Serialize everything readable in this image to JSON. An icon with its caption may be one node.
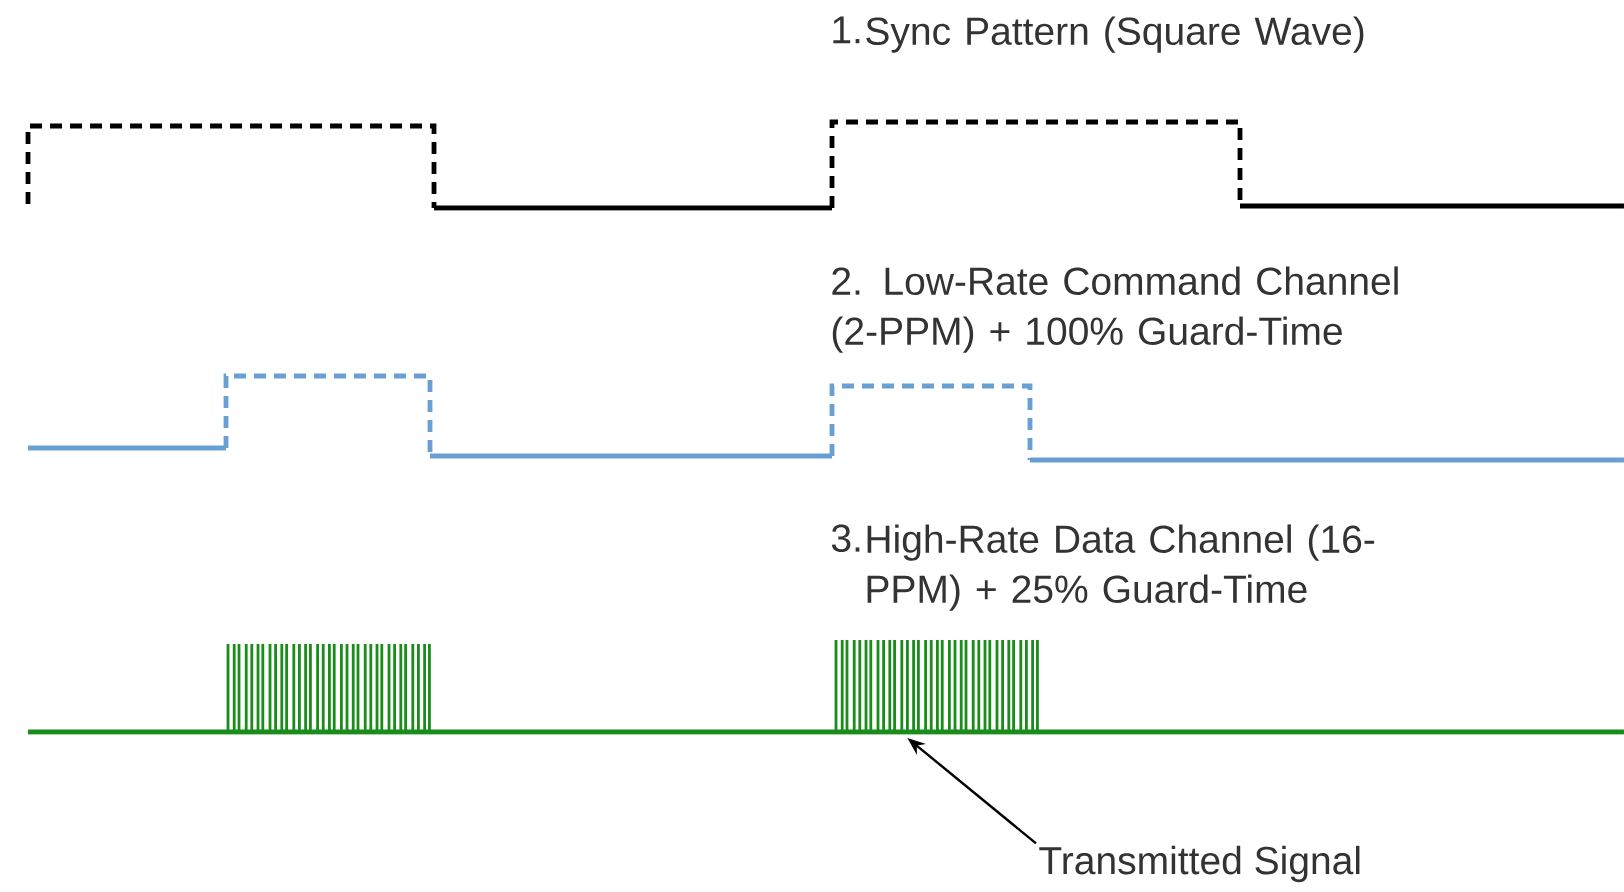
{
  "diagram": {
    "nodes": [
      {
        "text": [
          "Transmitted Signal"
        ]
      },
      {
        "text": [],
        "shape": "bar"
      }
    ],
    "edges": [
      {
        "from": 0,
        "to": 1,
        "arrow": "to"
      }
    ],
    "labels": [
      "1.",
      "Sync Pattern (Square Wave)",
      "2. Low-Rate Command Channel (2-PPM) + 100% Guard-Time",
      "3.",
      "High-Rate Data Channel (16-PPM) + 25% Guard-Time"
    ]
  }
}
